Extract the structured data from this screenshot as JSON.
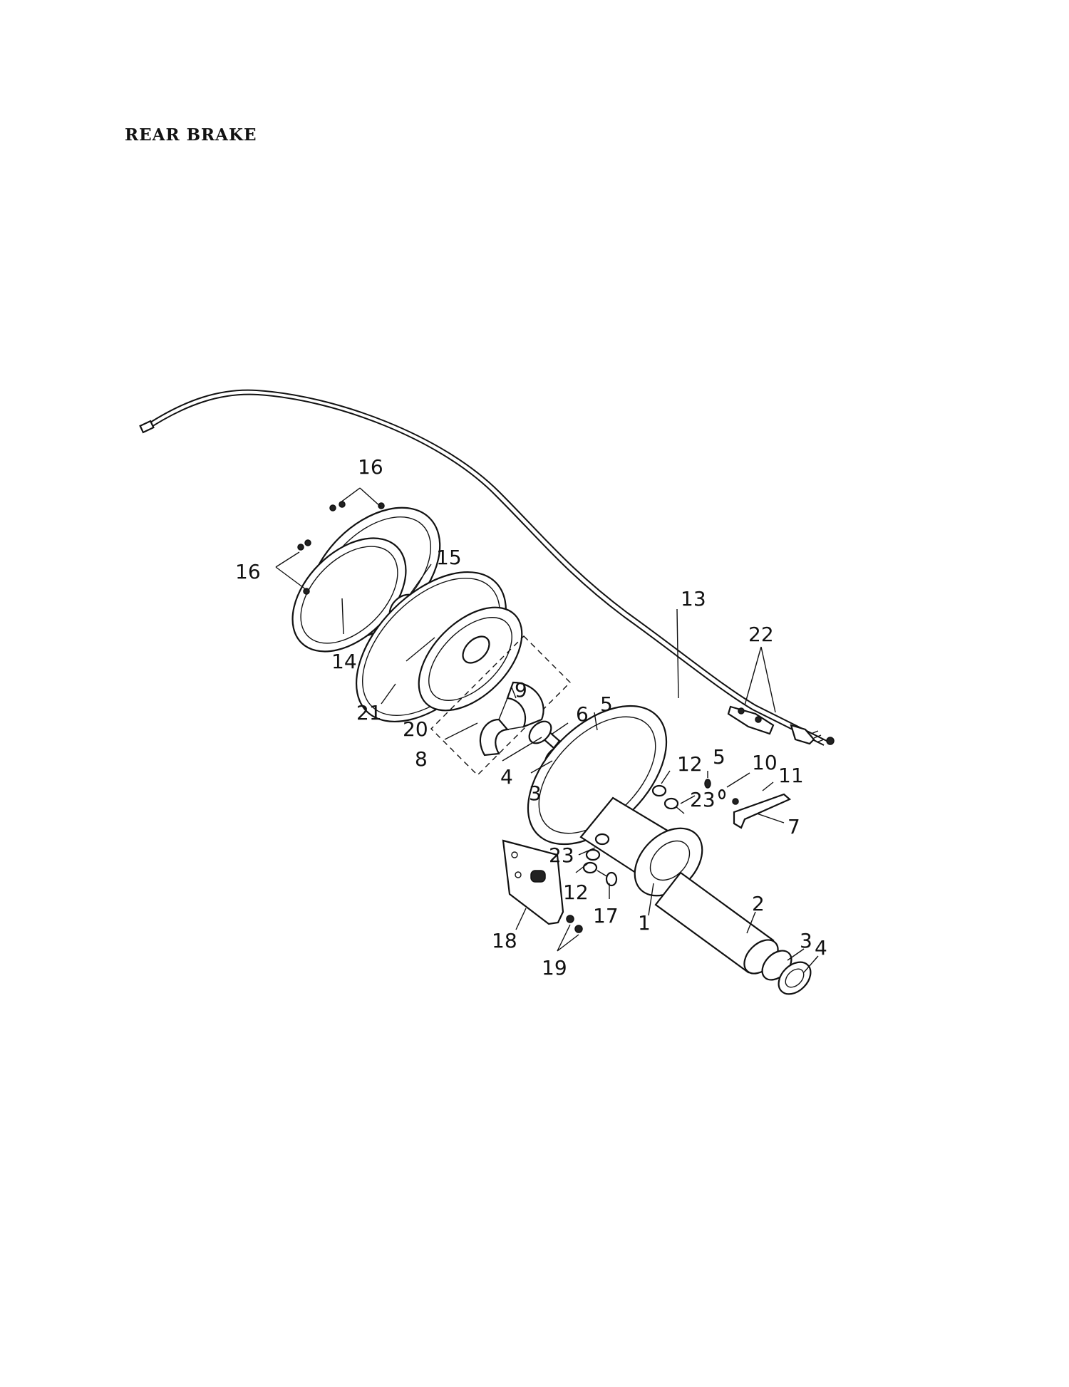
{
  "title": "REAR BRAKE",
  "callouts": {
    "c1": "1",
    "c2": "2",
    "c3a": "3",
    "c3b": "3",
    "c4a": "4",
    "c4b": "4",
    "c5a": "5",
    "c5b": "5",
    "c6": "6",
    "c7": "7",
    "c8": "8",
    "c9": "9",
    "c10": "10",
    "c11": "11",
    "c12a": "12",
    "c12b": "12",
    "c13": "13",
    "c14": "14",
    "c15": "15",
    "c16a": "16",
    "c16b": "16",
    "c17": "17",
    "c18": "18",
    "c19": "19",
    "c20": "20",
    "c21": "21",
    "c22": "22",
    "c23a": "23",
    "c23b": "23"
  }
}
